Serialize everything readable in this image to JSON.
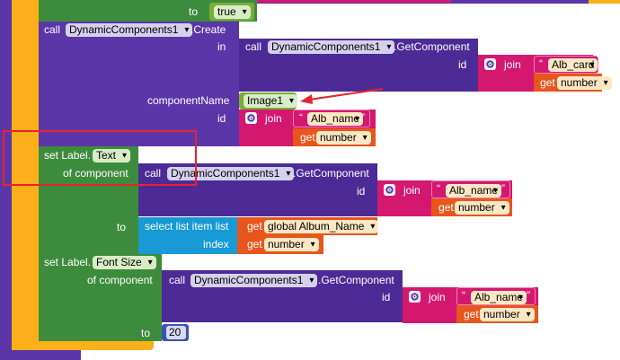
{
  "blocks": {
    "top_to": {
      "to_label": "to",
      "value": "true"
    },
    "create_call": {
      "call_label": "call",
      "component": "DynamicComponents1",
      "method": ".Create",
      "in_label": "in",
      "componentname_label": "componentName",
      "id_label": "id",
      "getcomponent": {
        "call_label": "call",
        "component": "DynamicComponents1",
        "method": ".GetComponent",
        "id_label": "id",
        "join_label": "join",
        "text": "Alb_card",
        "get_label": "get",
        "var": "number"
      },
      "type_value": "Image1",
      "join": {
        "join_label": "join",
        "text": "Alb_name",
        "get_label": "get",
        "var": "number"
      }
    },
    "set_text": {
      "set_label": "set Label.",
      "property": "Text",
      "of_component_label": "of component",
      "to_label": "to",
      "getcomponent": {
        "call_label": "call",
        "component": "DynamicComponents1",
        "method": ".GetComponent",
        "id_label": "id",
        "join_label": "join",
        "text": "Alb_name",
        "get_label": "get",
        "var": "number"
      },
      "select": {
        "label": "select list item  list",
        "index_label": "index",
        "get_label": "get",
        "list_var": "global Album_Name",
        "index_var": "number"
      }
    },
    "set_font": {
      "set_label": "set Label.",
      "property": "Font Size",
      "of_component_label": "of component",
      "to_label": "to",
      "value": "20",
      "getcomponent": {
        "call_label": "call",
        "component": "DynamicComponents1",
        "method": ".GetComponent",
        "id_label": "id",
        "join_label": "join",
        "text": "Alb_name",
        "get_label": "get",
        "var": "number"
      }
    }
  },
  "annotation": {
    "arrow_color": "#e8222d",
    "box_color": "#e8222d"
  },
  "colors": {
    "orange_frame": "#fbb01a",
    "procedure_purple": "#5b36a8",
    "text_pink": "#d41870",
    "get_orange": "#e7561d",
    "set_green": "#3d8c3d",
    "list_blue": "#179ad6",
    "logic_lime": "#79ad3a"
  }
}
